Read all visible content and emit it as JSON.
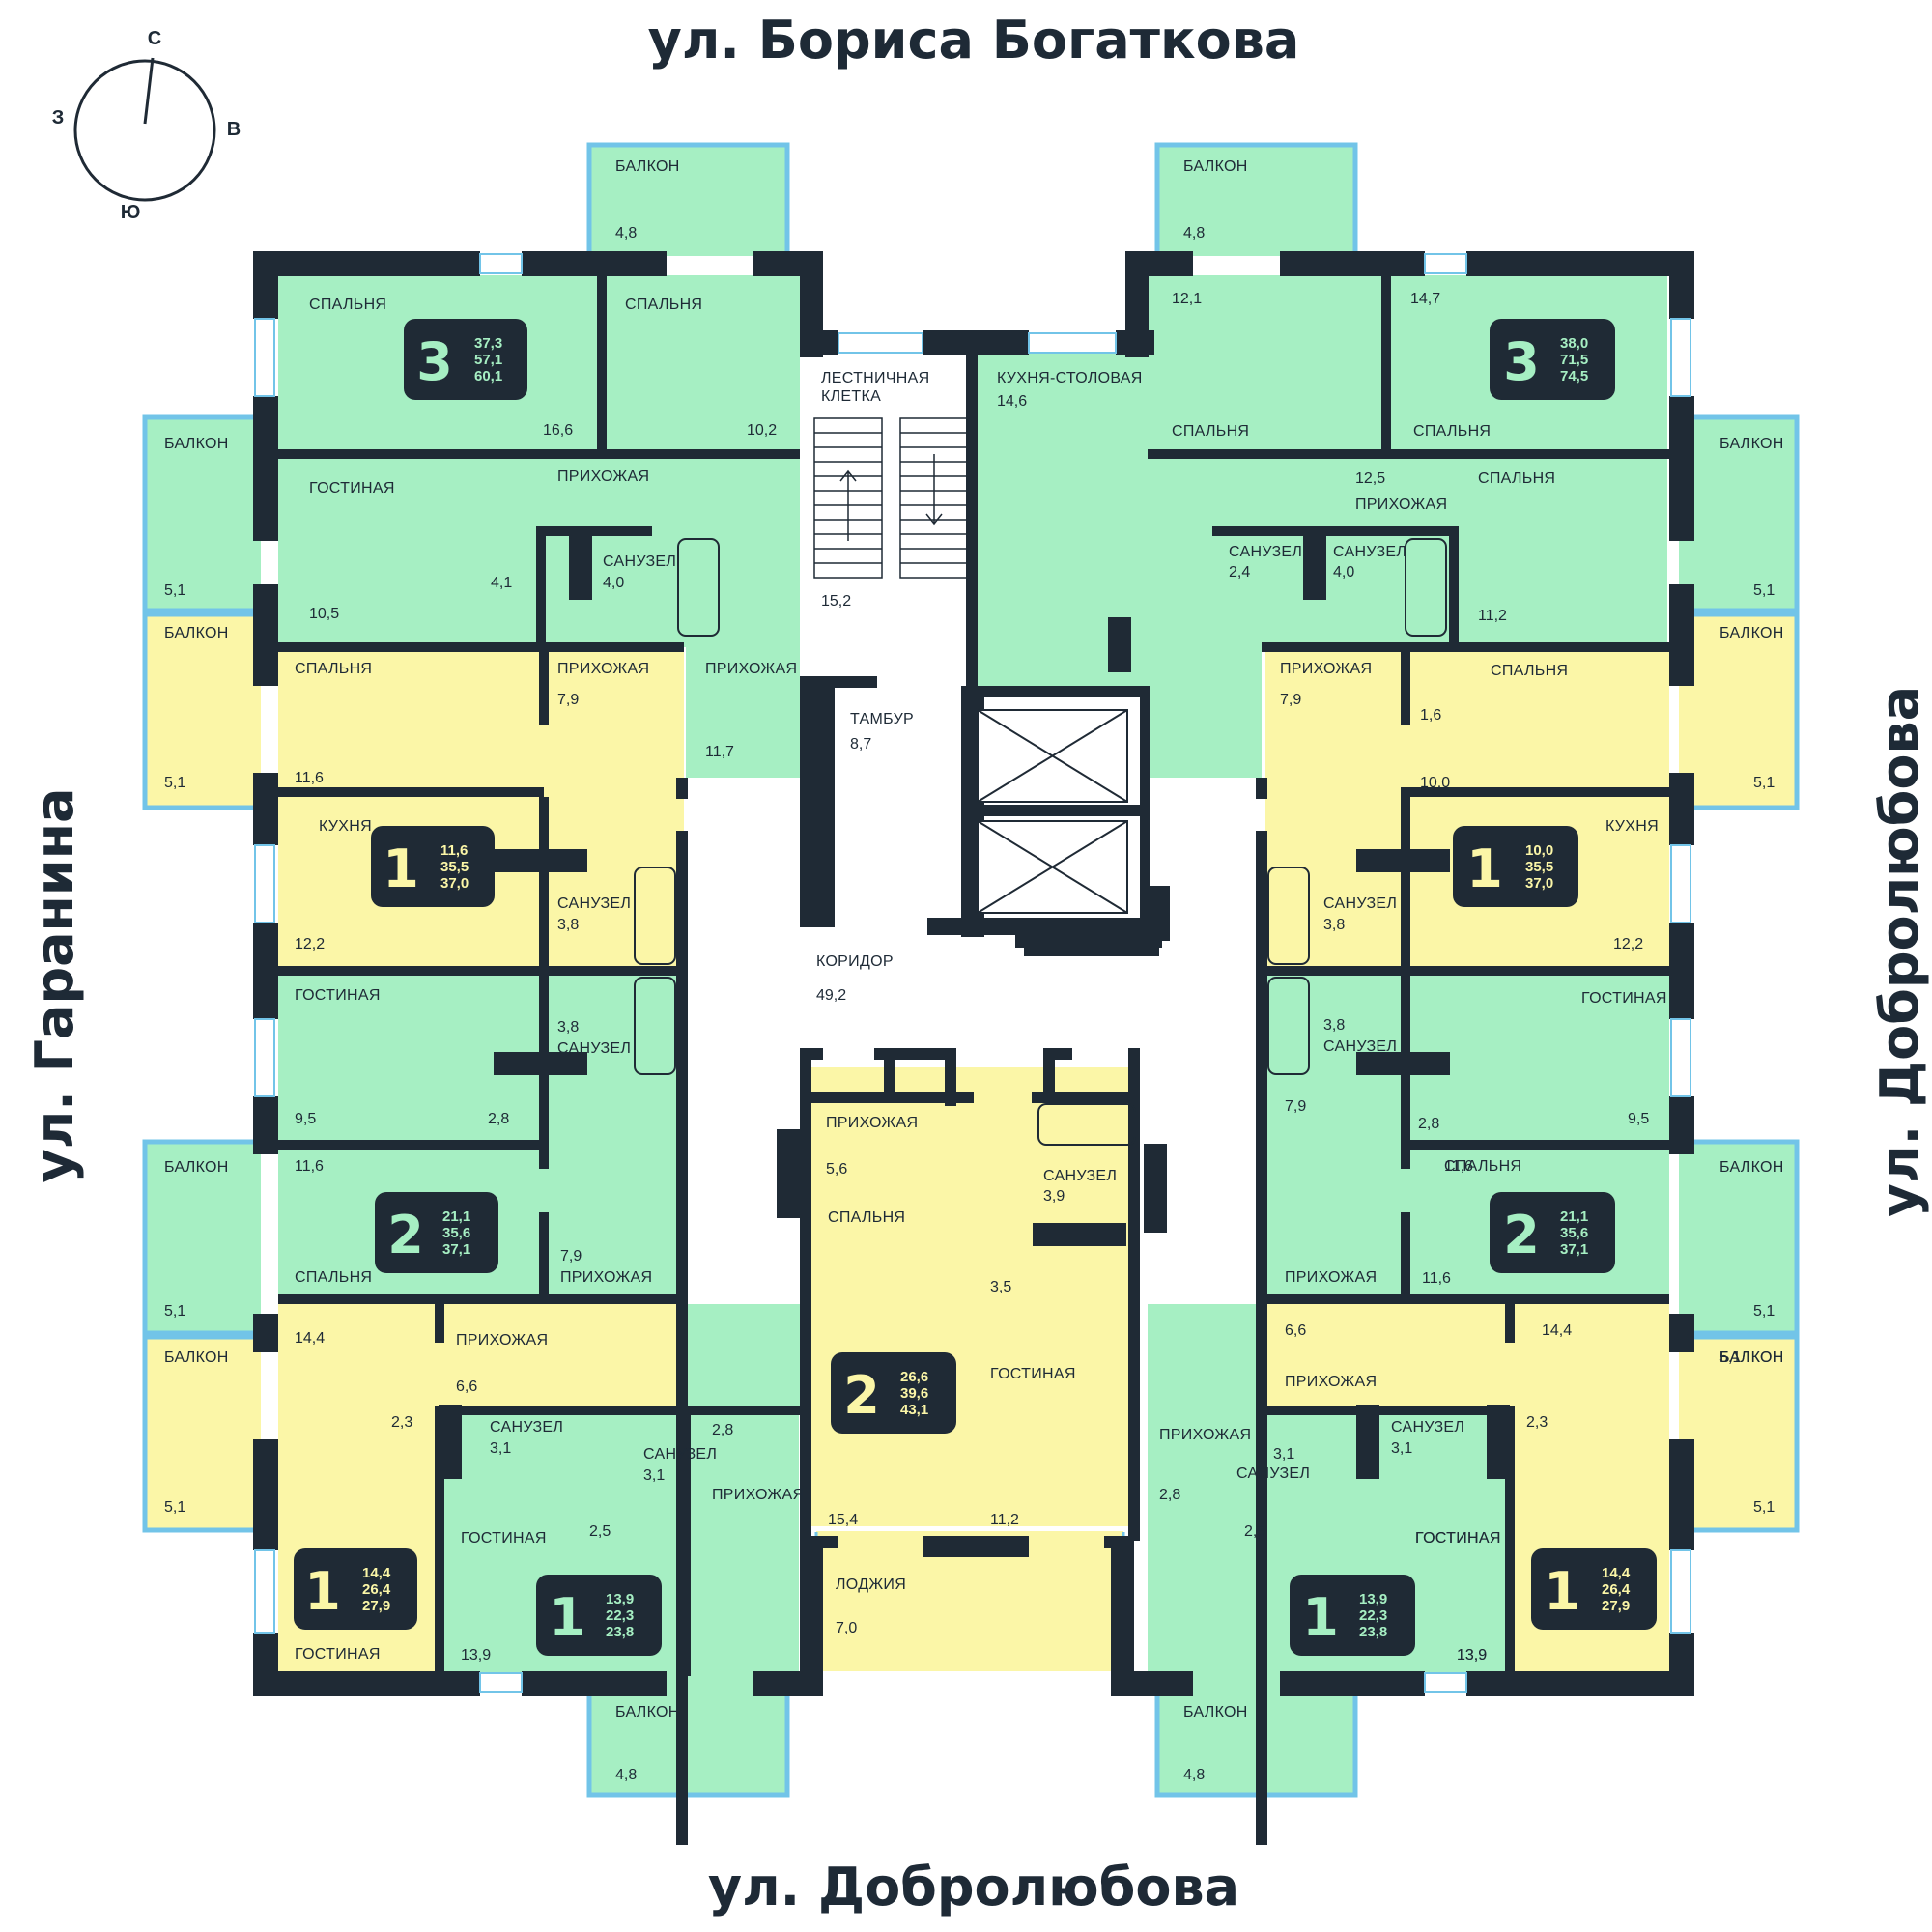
{
  "streets": {
    "top": "ул. Бориса Богаткова",
    "bottom": "ул. Добролюбова",
    "left": "ул. Гаранина",
    "right": "ул. Добролюбова"
  },
  "compass": {
    "north": "С",
    "east": "В",
    "south": "Ю",
    "west": "З"
  },
  "colors": {
    "green": "#a6efc3",
    "yellow": "#fbf6a7",
    "wall": "#1f2a35",
    "balcony_border": "#72c4e8",
    "badge_bg": "#1f2a35",
    "badge_text_green": "#a6efc3",
    "badge_text_yellow": "#fbf6a7"
  },
  "rooms": [
    {
      "label": "БАЛКОН",
      "area": "4,8"
    },
    {
      "label": "БАЛКОН",
      "area": "4,8"
    },
    {
      "label": "СПАЛЬНЯ",
      "area": "16,6"
    },
    {
      "label": "СПАЛЬНЯ",
      "area": "10,2"
    },
    {
      "label": "ЛЕСТНИЧНАЯ",
      "area": ""
    },
    {
      "label": "КЛЕТКА",
      "area": "15,2"
    },
    {
      "label": "КУХНЯ-СТОЛОВАЯ",
      "area": "14,6"
    },
    {
      "label": "",
      "area": "12,1"
    },
    {
      "label": "",
      "area": "14,7"
    },
    {
      "label": "СПАЛЬНЯ",
      "area": ""
    },
    {
      "label": "СПАЛЬНЯ",
      "area": ""
    },
    {
      "label": "БАЛКОН",
      "area": "5,1"
    },
    {
      "label": "БАЛКОН",
      "area": "5,1"
    },
    {
      "label": "ГОСТИНАЯ",
      "area": "10,5"
    },
    {
      "label": "ПРИХОЖАЯ",
      "area": "4,1"
    },
    {
      "label": "САНУЗЕЛ",
      "area": "4,0"
    },
    {
      "label": "ПРИХОЖАЯ",
      "area": "12,5"
    },
    {
      "label": "СПАЛЬНЯ",
      "area": "11,2"
    },
    {
      "label": "САНУЗЕЛ",
      "area": "2,4"
    },
    {
      "label": "САНУЗЕЛ",
      "area": "4,0"
    },
    {
      "label": "БАЛКОН",
      "area": "5,1"
    },
    {
      "label": "БАЛКОН",
      "area": "5,1"
    },
    {
      "label": "СПАЛЬНЯ",
      "area": "11,6"
    },
    {
      "label": "ПРИХОЖАЯ",
      "area": "7,9"
    },
    {
      "label": "ПРИХОЖАЯ",
      "area": "11,7"
    },
    {
      "label": "ТАМБУР",
      "area": "8,7"
    },
    {
      "label": "ПРИХОЖАЯ",
      "area": "7,9"
    },
    {
      "label": "СПАЛЬНЯ",
      "area": "10,0"
    },
    {
      "label": "",
      "area": "1,6"
    },
    {
      "label": "КУХНЯ",
      "area": "12,2"
    },
    {
      "label": "САНУЗЕЛ",
      "area": "3,8"
    },
    {
      "label": "КУХНЯ",
      "area": "12,2"
    },
    {
      "label": "САНУЗЕЛ",
      "area": "3,8"
    },
    {
      "label": "КОРИДОР",
      "area": "49,2"
    },
    {
      "label": "ГОСТИНАЯ",
      "area": "9,5"
    },
    {
      "label": "",
      "area": "2,8"
    },
    {
      "label": "САНУЗЕЛ",
      "area": "3,8"
    },
    {
      "label": "ГОСТИНАЯ",
      "area": "9,5"
    },
    {
      "label": "САНУЗЕЛ",
      "area": "3,8"
    },
    {
      "label": "",
      "area": "7,9"
    },
    {
      "label": "",
      "area": "2,8"
    },
    {
      "label": "ПРИХОЖАЯ",
      "area": "5,6"
    },
    {
      "label": "САНУЗЕЛ",
      "area": "3,9"
    },
    {
      "label": "СПАЛЬНЯ",
      "area": "15,4"
    },
    {
      "label": "",
      "area": "3,5"
    },
    {
      "label": "ГОСТИНАЯ",
      "area": "11,2"
    },
    {
      "label": "ЛОДЖИЯ",
      "area": "7,0"
    },
    {
      "label": "БАЛКОН",
      "area": "5,1"
    },
    {
      "label": "СПАЛЬНЯ",
      "area": "11,6"
    },
    {
      "label": "",
      "area": "11,6"
    },
    {
      "label": "ПРИХОЖАЯ",
      "area": "7,9"
    },
    {
      "label": "СПАЛЬНЯ",
      "area": "11,6"
    },
    {
      "label": "ПРИХОЖАЯ",
      "area": ""
    },
    {
      "label": "БАЛКОН",
      "area": "5,1"
    },
    {
      "label": "БАЛКОН",
      "area": "5,1"
    },
    {
      "label": "ГОСТИНАЯ",
      "area": "14,4"
    },
    {
      "label": "ПРИХОЖАЯ",
      "area": "6,6"
    },
    {
      "label": "",
      "area": "2,3"
    },
    {
      "label": "САНУЗЕЛ",
      "area": "3,1"
    },
    {
      "label": "САНУЗЕЛ",
      "area": "3,1"
    },
    {
      "label": "ПРИХОЖАЯ",
      "area": "2,8"
    },
    {
      "label": "ГОСТИНАЯ",
      "area": "13,9"
    },
    {
      "label": "",
      "area": "2,5"
    },
    {
      "label": "БАЛКОН",
      "area": "5,1"
    },
    {
      "label": "",
      "area": "6,6"
    },
    {
      "label": "",
      "area": "14,4"
    },
    {
      "label": "ПРИХОЖАЯ",
      "area": ""
    },
    {
      "label": "ПРИХОЖАЯ",
      "area": "2,8"
    },
    {
      "label": "САНУЗЕЛ",
      "area": "3,1"
    },
    {
      "label": "САНУЗЕЛ",
      "area": "3,1"
    },
    {
      "label": "",
      "area": "2,3"
    },
    {
      "label": "ГОСТИНАЯ",
      "area": "13,9"
    },
    {
      "label": "",
      "area": "2,5"
    },
    {
      "label": "ГОСТИНАЯ",
      "area": ""
    },
    {
      "label": "",
      "area": "13,9"
    },
    {
      "label": "БАЛКОН",
      "area": "5,1"
    },
    {
      "label": "БАЛКОН",
      "area": "4,8"
    },
    {
      "label": "БАЛКОН",
      "area": "4,8"
    }
  ],
  "apartments": [
    {
      "rooms": "3",
      "areas": [
        "37,3",
        "57,1",
        "60,1"
      ],
      "theme": "green"
    },
    {
      "rooms": "3",
      "areas": [
        "38,0",
        "71,5",
        "74,5"
      ],
      "theme": "green"
    },
    {
      "rooms": "1",
      "areas": [
        "11,6",
        "35,5",
        "37,0"
      ],
      "theme": "yellow"
    },
    {
      "rooms": "1",
      "areas": [
        "10,0",
        "35,5",
        "37,0"
      ],
      "theme": "yellow"
    },
    {
      "rooms": "2",
      "areas": [
        "21,1",
        "35,6",
        "37,1"
      ],
      "theme": "green"
    },
    {
      "rooms": "2",
      "areas": [
        "21,1",
        "35,6",
        "37,1"
      ],
      "theme": "green"
    },
    {
      "rooms": "2",
      "areas": [
        "26,6",
        "39,6",
        "43,1"
      ],
      "theme": "yellow"
    },
    {
      "rooms": "1",
      "areas": [
        "14,4",
        "26,4",
        "27,9"
      ],
      "theme": "yellow"
    },
    {
      "rooms": "1",
      "areas": [
        "13,9",
        "22,3",
        "23,8"
      ],
      "theme": "green"
    },
    {
      "rooms": "1",
      "areas": [
        "13,9",
        "22,3",
        "23,8"
      ],
      "theme": "green"
    },
    {
      "rooms": "1",
      "areas": [
        "14,4",
        "26,4",
        "27,9"
      ],
      "theme": "yellow"
    }
  ]
}
